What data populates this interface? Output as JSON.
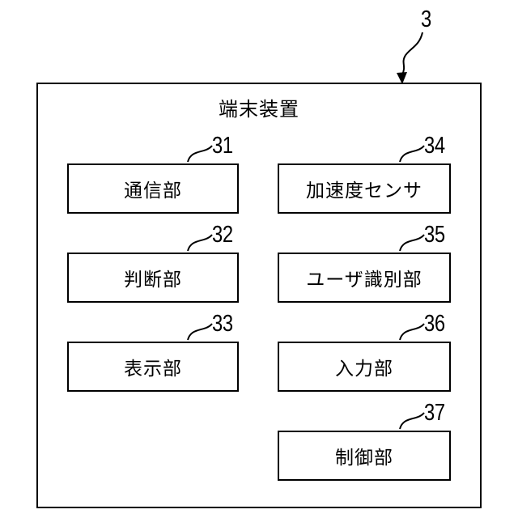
{
  "diagram": {
    "ref_number": "3",
    "title": "端末装置",
    "units": [
      {
        "ref": "31",
        "label": "通信部"
      },
      {
        "ref": "32",
        "label": "判断部"
      },
      {
        "ref": "33",
        "label": "表示部"
      },
      {
        "ref": "34",
        "label": "加速度センサ"
      },
      {
        "ref": "35",
        "label": "ユーザ識別部"
      },
      {
        "ref": "36",
        "label": "入力部"
      },
      {
        "ref": "37",
        "label": "制御部"
      }
    ]
  }
}
